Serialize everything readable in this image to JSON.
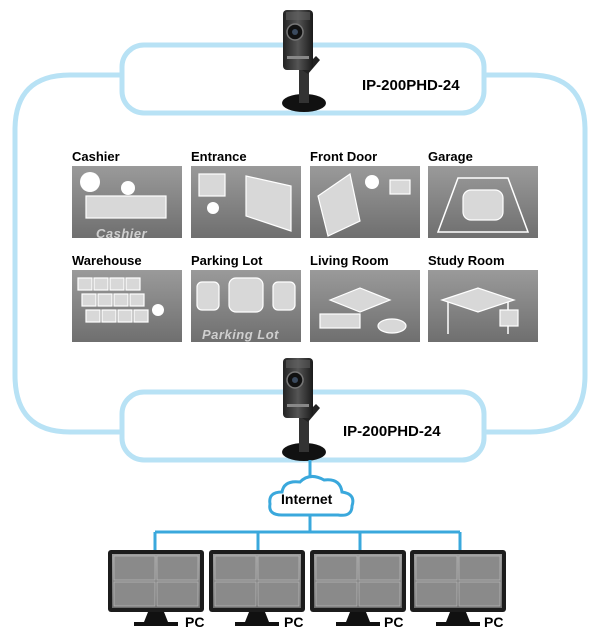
{
  "cameras": {
    "top_model": "IP-200PHD-24",
    "bottom_model": "IP-200PHD-24"
  },
  "scenes": [
    {
      "label": "Cashier",
      "icon": "cashier-scene-icon",
      "sign": "Cashier"
    },
    {
      "label": "Entrance",
      "icon": "entrance-scene-icon"
    },
    {
      "label": "Front Door",
      "icon": "front-door-scene-icon"
    },
    {
      "label": "Garage",
      "icon": "garage-scene-icon"
    },
    {
      "label": "Warehouse",
      "icon": "warehouse-scene-icon"
    },
    {
      "label": "Parking Lot",
      "icon": "parking-lot-scene-icon",
      "sign": "Parking Lot"
    },
    {
      "label": "Living Room",
      "icon": "living-room-scene-icon"
    },
    {
      "label": "Study Room",
      "icon": "study-room-scene-icon"
    }
  ],
  "network": {
    "cloud_label": "Internet"
  },
  "pcs": [
    {
      "label": "PC"
    },
    {
      "label": "PC"
    },
    {
      "label": "PC"
    },
    {
      "label": "PC"
    }
  ],
  "colors": {
    "loop_line": "#b8e2f5",
    "connector_line": "#3aa8dc",
    "scene_bg": "#8e8e8e",
    "cloud_stroke": "#3aa8dc"
  }
}
